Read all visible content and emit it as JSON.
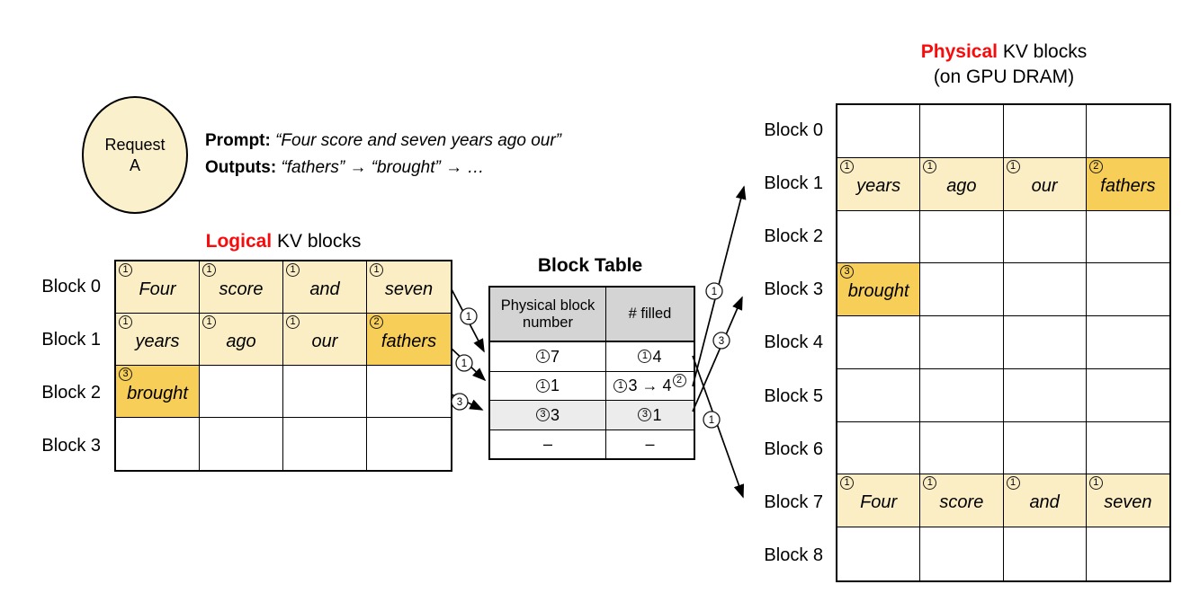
{
  "request": {
    "line1": "Request",
    "line2": "A"
  },
  "prompt": {
    "label": "Prompt:",
    "text": "“Four score and seven years ago our”"
  },
  "outputs": {
    "label": "Outputs:",
    "text": "“fathers” → “brought” → …"
  },
  "logical": {
    "title_accent": "Logical",
    "title_rest": " KV blocks",
    "row_labels": [
      "Block 0",
      "Block 1",
      "Block 2",
      "Block 3"
    ],
    "cells": [
      [
        {
          "badge": "1",
          "word": "Four",
          "bg": "cream"
        },
        {
          "badge": "1",
          "word": "score",
          "bg": "cream"
        },
        {
          "badge": "1",
          "word": "and",
          "bg": "cream"
        },
        {
          "badge": "1",
          "word": "seven",
          "bg": "cream"
        }
      ],
      [
        {
          "badge": "1",
          "word": "years",
          "bg": "cream"
        },
        {
          "badge": "1",
          "word": "ago",
          "bg": "cream"
        },
        {
          "badge": "1",
          "word": "our",
          "bg": "cream"
        },
        {
          "badge": "2",
          "word": "fathers",
          "bg": "gold"
        }
      ],
      [
        {
          "badge": "3",
          "word": "brought",
          "bg": "gold"
        },
        null,
        null,
        null
      ],
      [
        null,
        null,
        null,
        null
      ]
    ]
  },
  "block_table": {
    "title": "Block Table",
    "headers": [
      "Physical block\nnumber",
      "# filled"
    ],
    "rows": [
      {
        "bg": "white",
        "cells": [
          {
            "badge": "1",
            "text": "7"
          },
          {
            "badge": "1",
            "text": "4"
          }
        ]
      },
      {
        "bg": "white",
        "cells": [
          {
            "badge": "1",
            "text": "1"
          },
          {
            "badge": "1",
            "text": "3 → 4",
            "suffix_badge": "2"
          }
        ]
      },
      {
        "bg": "grey",
        "cells": [
          {
            "badge": "3",
            "text": "3"
          },
          {
            "badge": "3",
            "text": "1"
          }
        ]
      },
      {
        "bg": "white",
        "cells": [
          {
            "text": "–"
          },
          {
            "text": "–"
          }
        ]
      }
    ]
  },
  "physical": {
    "title_accent": "Physical",
    "title_rest": " KV blocks",
    "subtitle": "(on GPU DRAM)",
    "row_labels": [
      "Block 0",
      "Block 1",
      "Block 2",
      "Block 3",
      "Block 4",
      "Block 5",
      "Block 6",
      "Block 7",
      "Block 8"
    ],
    "cells": [
      [
        null,
        null,
        null,
        null
      ],
      [
        {
          "badge": "1",
          "word": "years",
          "bg": "cream"
        },
        {
          "badge": "1",
          "word": "ago",
          "bg": "cream"
        },
        {
          "badge": "1",
          "word": "our",
          "bg": "cream"
        },
        {
          "badge": "2",
          "word": "fathers",
          "bg": "gold"
        }
      ],
      [
        null,
        null,
        null,
        null
      ],
      [
        {
          "badge": "3",
          "word": "brought",
          "bg": "gold"
        },
        null,
        null,
        null
      ],
      [
        null,
        null,
        null,
        null
      ],
      [
        null,
        null,
        null,
        null
      ],
      [
        null,
        null,
        null,
        null
      ],
      [
        {
          "badge": "1",
          "word": "Four",
          "bg": "cream"
        },
        {
          "badge": "1",
          "word": "score",
          "bg": "cream"
        },
        {
          "badge": "1",
          "word": "and",
          "bg": "cream"
        },
        {
          "badge": "1",
          "word": "seven",
          "bg": "cream"
        }
      ],
      [
        null,
        null,
        null,
        null
      ]
    ]
  },
  "arrows": [
    {
      "id": "logical-block0-to-table-row0",
      "label": "1"
    },
    {
      "id": "logical-block1-to-table-row1",
      "label": "1"
    },
    {
      "id": "logical-block2-to-table-row2",
      "label": "3"
    },
    {
      "id": "table-row0-to-physical-block7",
      "label": "1"
    },
    {
      "id": "table-row1-to-physical-block1",
      "label": "1"
    },
    {
      "id": "table-row2-to-physical-block3",
      "label": "3"
    }
  ],
  "colors": {
    "cream": "#FBEEC5",
    "gold": "#F6CE58",
    "circle_fill": "#FBF0CC",
    "header_grey": "#D4D4D4",
    "row_grey": "#ECECEC",
    "accent_red": "#F90B0B"
  }
}
